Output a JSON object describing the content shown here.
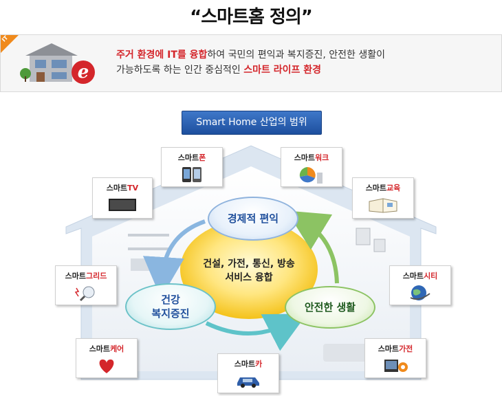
{
  "title": "“스마트홈 정의”",
  "definition": {
    "tag": "IT",
    "line1_hl": "주거 환경에 IT를 융합",
    "line1_rest": "하여 국민의 편익과 복지증진, 안전한 생활이",
    "line2_rest": "가능하도록 하는 인간 중심적인 ",
    "line2_hl": "스마트 라이프 환경"
  },
  "scope_button": "Smart Home 산업의 범위",
  "center": {
    "line1": "건설, 가전, 통신, 방송",
    "line2": "서비스 융합"
  },
  "cycle": {
    "top": "경제적 편익",
    "left_line1": "건강",
    "left_line2": "복지증진",
    "right": "안전한 생활"
  },
  "cards": {
    "phone": {
      "prefix": "스마트",
      "suffix": "폰",
      "icon": "smartphone-icon"
    },
    "work": {
      "prefix": "스마트",
      "suffix": "워크",
      "icon": "pie-chart-icon"
    },
    "tv": {
      "prefix": "스마트",
      "suffix": "TV",
      "icon": "tv-icon"
    },
    "edu": {
      "prefix": "스마트",
      "suffix": "교육",
      "icon": "book-icon"
    },
    "grid": {
      "prefix": "스마트",
      "suffix": "그리드",
      "icon": "bulb-icon"
    },
    "city": {
      "prefix": "스마트",
      "suffix": "시티",
      "icon": "globe-icon"
    },
    "care": {
      "prefix": "스마트",
      "suffix": "케어",
      "icon": "heart-icon"
    },
    "car": {
      "prefix": "스마트",
      "suffix": "카",
      "icon": "car-icon"
    },
    "appliance": {
      "prefix": "스마트",
      "suffix": "가전",
      "icon": "appliance-icon"
    }
  }
}
